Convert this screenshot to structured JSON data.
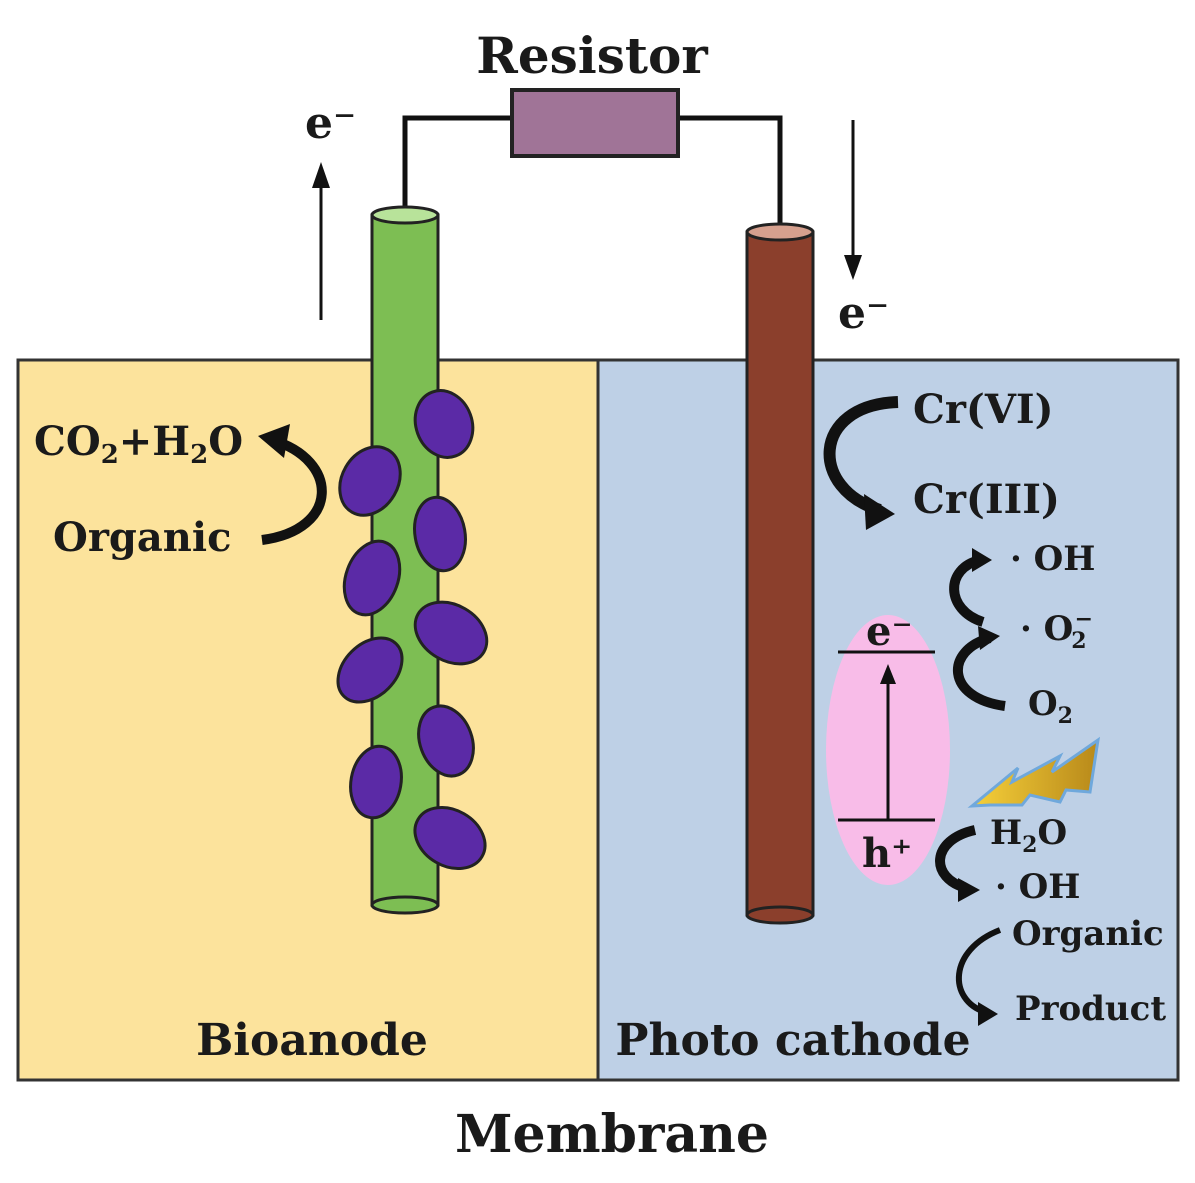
{
  "resistor": {
    "label": "Resistor"
  },
  "electron_top_left": {
    "label": "e⁻"
  },
  "electron_top_right": {
    "label": "e⁻"
  },
  "anode": {
    "label": "Bioanode",
    "product": {
      "base": "CO",
      "sub1": "2",
      "mid": "+H",
      "sub2": "2",
      "tail": "O"
    },
    "substrate": "Organic"
  },
  "cathode": {
    "label": "Photo cathode",
    "chromium": {
      "from": "Cr(VI)",
      "to": "Cr(III)"
    },
    "band": {
      "electron": "e⁻",
      "hole": "h⁺"
    },
    "radicals": {
      "oh_top": "· OH",
      "superoxide": {
        "base": "· O",
        "sub": "2",
        "sup": "−"
      },
      "oxygen": {
        "base": "O",
        "sub": "2"
      },
      "water": {
        "base": "H",
        "sub": "2",
        "tail": "O"
      },
      "oh_bottom": "· OH"
    },
    "degradation": {
      "from": "Organic",
      "to": "Product"
    }
  },
  "membrane": {
    "label": "Membrane"
  },
  "colors": {
    "anode_chamber": "#FCE39C",
    "cathode_chamber": "#BED0E6",
    "anode_rod": "#7DBE53",
    "cathode_rod": "#8B3F2C",
    "bacteria": "#5B2AA6",
    "resistor": "#A07497",
    "band_ellipse": "#F8BCE8",
    "lightning": "#E7B82A"
  }
}
